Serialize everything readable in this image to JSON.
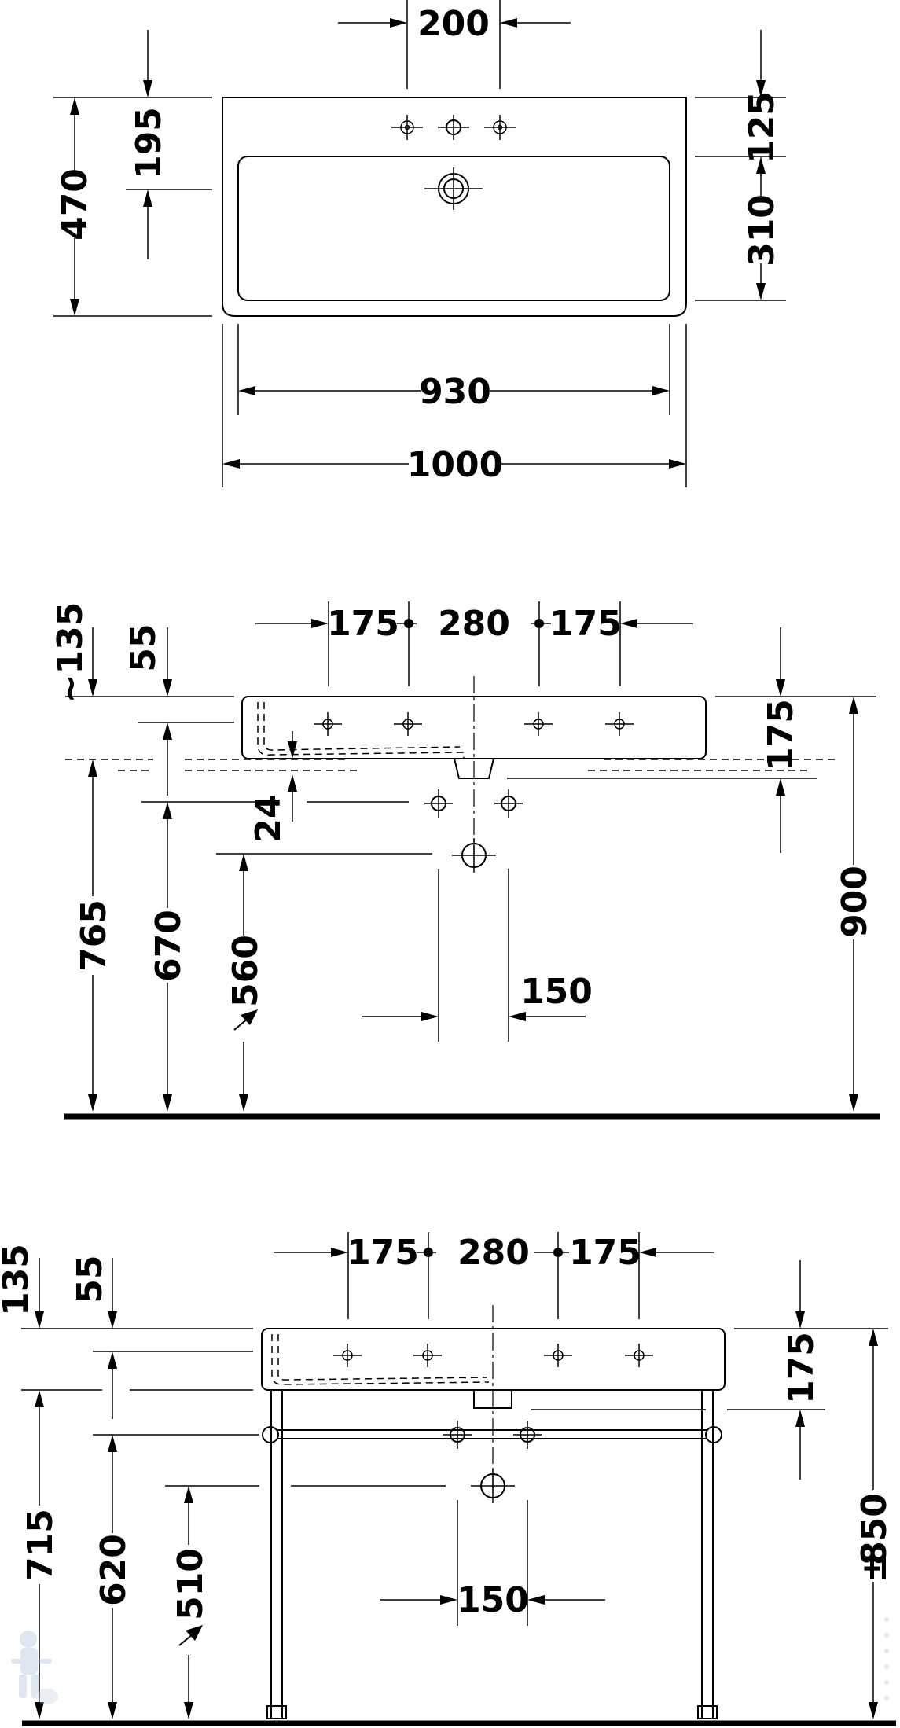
{
  "top_view": {
    "dim_tap_spacing": "200",
    "dim_depth_front": "195",
    "dim_depth_total": "470",
    "dim_back_to_bowl": "125",
    "dim_bowl_depth": "310",
    "dim_bowl_width": "930",
    "dim_total_width": "1000"
  },
  "wall_mount_view": {
    "dim_left_offset": "175",
    "dim_center_spacing": "280",
    "dim_right_offset": "175",
    "dim_approx_135": "~135",
    "dim_55": "55",
    "dim_175_vertical": "175",
    "dim_24": "24",
    "dim_765": "765",
    "dim_670": "670",
    "dim_560": "560",
    "dim_150": "150",
    "dim_900": "900"
  },
  "console_view": {
    "dim_left_offset": "175",
    "dim_center_spacing": "280",
    "dim_right_offset": "175",
    "dim_135": "135",
    "dim_55": "55",
    "dim_175_vertical": "175",
    "dim_715": "715",
    "dim_620": "620",
    "dim_510": "510",
    "dim_150": "150",
    "dim_850": "850",
    "tolerance_symbol": "±"
  }
}
